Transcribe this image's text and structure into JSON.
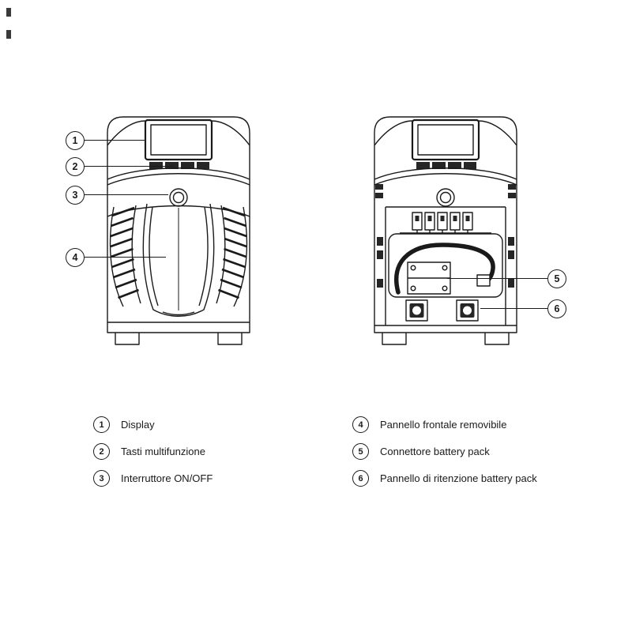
{
  "page": {
    "background": "#ffffff",
    "line_color": "#1a1a1a"
  },
  "figure": {
    "views": [
      {
        "name": "front-view"
      },
      {
        "name": "internal-view-panel-removed"
      }
    ],
    "callouts": [
      {
        "num": "1"
      },
      {
        "num": "2"
      },
      {
        "num": "3"
      },
      {
        "num": "4"
      },
      {
        "num": "5"
      },
      {
        "num": "6"
      }
    ]
  },
  "legend": {
    "columns": [
      {
        "items": [
          {
            "num": "1",
            "label": "Display"
          },
          {
            "num": "2",
            "label": "Tasti multifunzione"
          },
          {
            "num": "3",
            "label": "Interruttore ON/OFF"
          }
        ]
      },
      {
        "items": [
          {
            "num": "4",
            "label": "Pannello frontale removibile"
          },
          {
            "num": "5",
            "label": "Connettore battery pack"
          },
          {
            "num": "6",
            "label": "Pannello di ritenzione battery pack"
          }
        ]
      }
    ]
  }
}
